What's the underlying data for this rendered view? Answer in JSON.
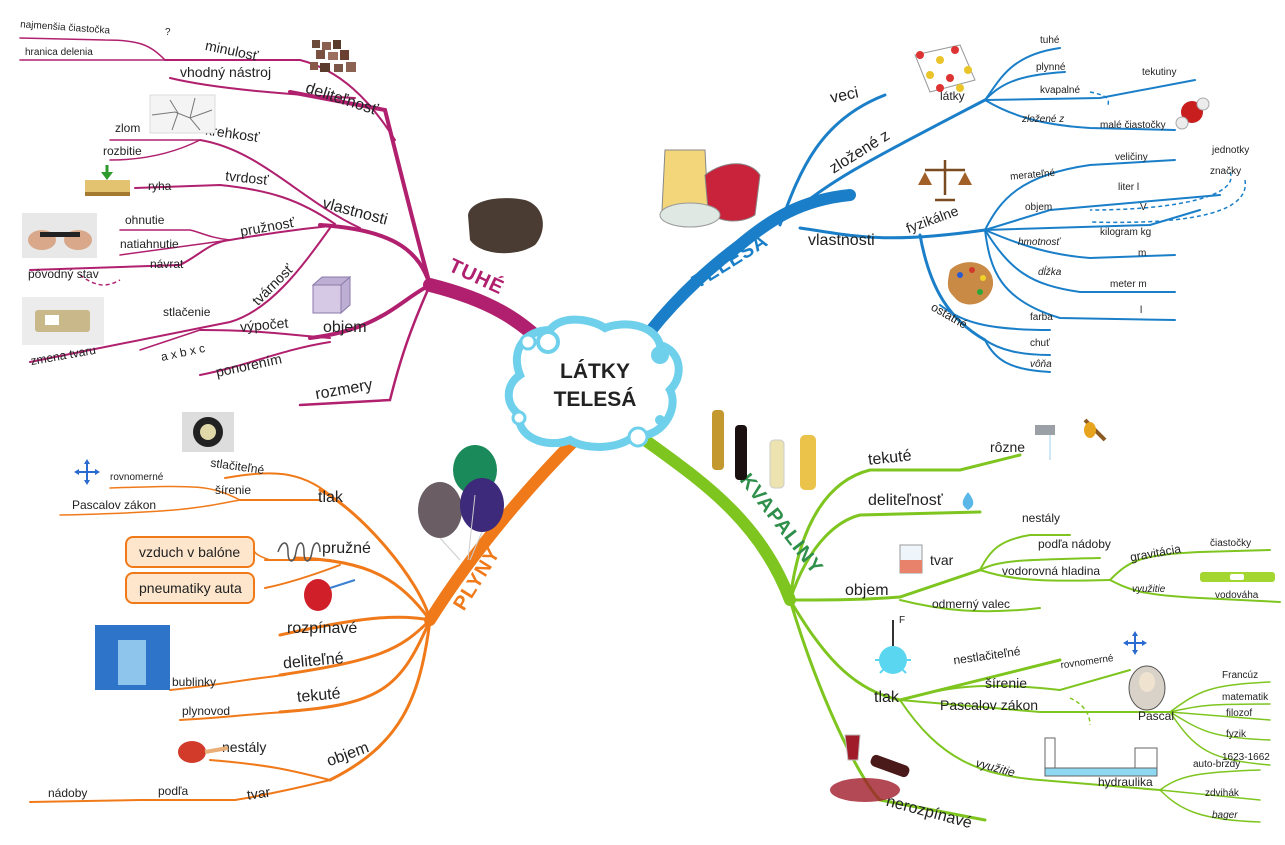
{
  "center": {
    "line1": "LÁTKY",
    "line2": "TELESÁ"
  },
  "colors": {
    "tuhe": "#b0206e",
    "telesa": "#1a7fc8",
    "plyny": "#f07a1a",
    "kvapaliny": "#7ec520",
    "center": "#6fd0ec"
  },
  "tuhe": {
    "title": "TUHÉ",
    "delitelnost": "deliteľnosť",
    "minulost": "minulosť",
    "question": "?",
    "najmensia": "najmenšia čiastočka",
    "hranica": "hranica delenia",
    "nastroj": "vhodný nástroj",
    "vlastnosti": "vlastnosti",
    "krehkost": "krehkosť",
    "zlom": "zlom",
    "rozbitie": "rozbitie",
    "tvrdost": "tvrdosť",
    "ryha": "ryha",
    "pruznost": "pružnosť",
    "ohnutie": "ohnutie",
    "natiahnutie": "natiahnutie",
    "navrat": "návrat",
    "povodny": "pôvodný stav",
    "tvarnost": "tvárnosť",
    "stlacenie": "stlačenie",
    "zmena": "zmena tvaru",
    "objem": "objem",
    "vypocet": "výpočet",
    "axbxc": "a x b x c",
    "ponorenim": "ponorením",
    "rozmery": "rozmery"
  },
  "telesa": {
    "title": "TELESÁ",
    "veci": "veci",
    "zlozene": "zložené z",
    "latky": "látky",
    "tuhe": "tuhé",
    "plynne": "plynné",
    "kvapalne": "kvapalné",
    "tekutiny": "tekutiny",
    "zlozene2": "zložené z",
    "male": "malé čiastočky",
    "vlastnosti": "vlastnosti",
    "fyzikalne": "fyzikálne",
    "meratelne": "merateľné",
    "veliciny": "veličiny",
    "jednotky": "jednotky",
    "znacky": "značky",
    "objem": "objem",
    "liter": "liter l",
    "V": "V",
    "hmotnost": "hmotnosť",
    "kg": "kilogram kg",
    "m": "m",
    "dlzka": "dĺžka",
    "meter": "meter m",
    "l": "l",
    "ostatne": "ostatné",
    "farba": "farba",
    "chut": "chuť",
    "vona": "vôňa"
  },
  "plyny": {
    "title": "PLYNY",
    "tlak": "tlak",
    "stlacitelne": "stlačiteľné",
    "sirenie": "šírenie",
    "rovnomerne": "rovnomerné",
    "pascal": "Pascalov zákon",
    "pruzne": "pružné",
    "vzduch": "vzduch v balóne",
    "pneumatiky": "pneumatiky auta",
    "rozpinave": "rozpínavé",
    "delitelne": "deliteľné",
    "bublinky": "bublinky",
    "tekute": "tekuté",
    "plynovod": "plynovod",
    "objem": "objem",
    "nestaly": "nestály",
    "tvar": "tvar",
    "podla": "podľa",
    "nadoby": "nádoby"
  },
  "kvapaliny": {
    "title": "KVAPALINY",
    "tekute": "tekuté",
    "rozne": "rôzne",
    "delitelnost": "deliteľnosť",
    "tvar": "tvar",
    "nestaly": "nestály",
    "podla": "podľa nádoby",
    "vodorovna": "vodorovná hladina",
    "gravitacia": "gravitácia",
    "ciastocky": "čiastočky",
    "vyuzitie": "využitie",
    "vodovaha": "vodováha",
    "objem": "objem",
    "odmerny": "odmerný valec",
    "tlak": "tlak",
    "F": "F",
    "nestlacitelne": "nestlačiteľné",
    "sirenie": "šírenie",
    "rovnomerne": "rovnomerné",
    "pascal": "Pascalov zákon",
    "pascalName": "Pascal",
    "francuz": "Francúz",
    "matematik": "matematik",
    "filozof": "filozof",
    "fyzik": "fyzik",
    "roky": "1623-1662",
    "vyuzitie2": "využitie",
    "hydraulika": "hydraulika",
    "brzdy": "auto-brzdy",
    "zdvihak": "zdvihák",
    "bager": "bager",
    "nerozpinave": "nerozpínavé"
  }
}
